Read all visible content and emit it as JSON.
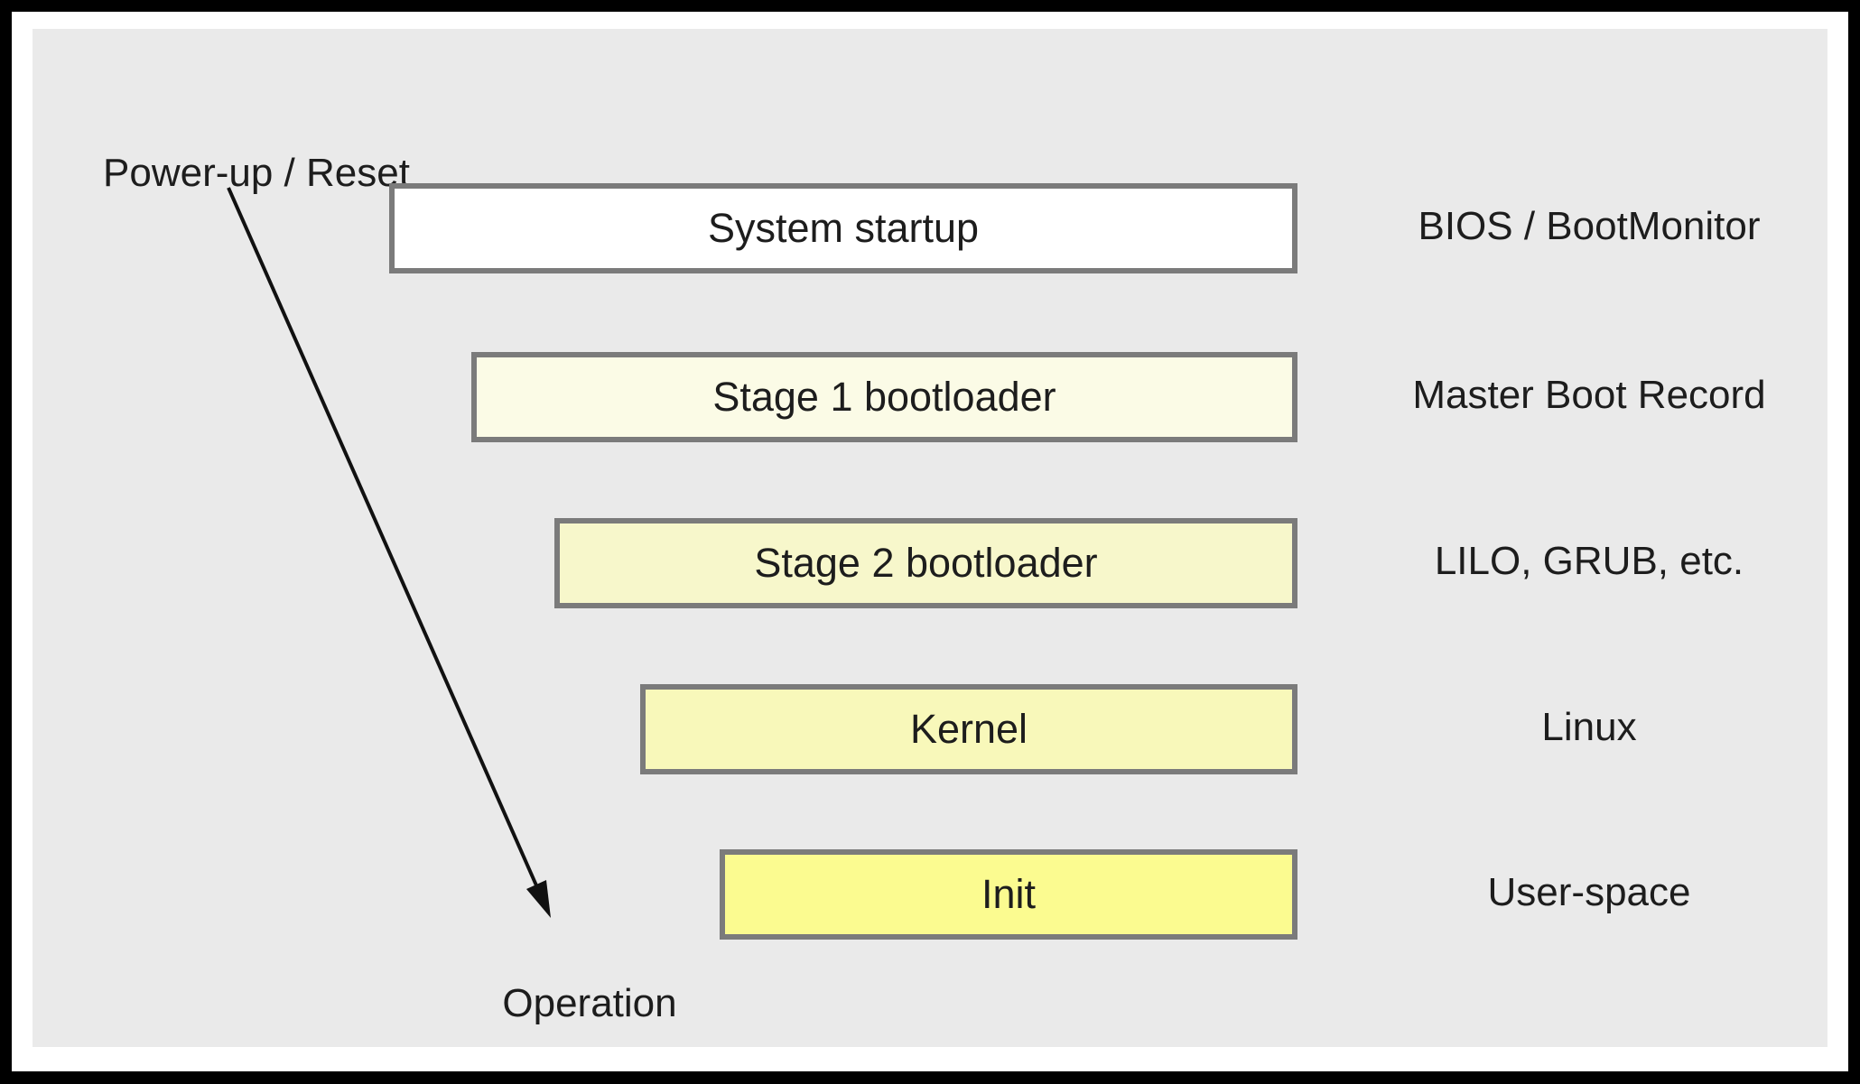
{
  "labels": {
    "power": "Power-up / Reset",
    "operation": "Operation"
  },
  "steps": [
    {
      "box_label": "System startup",
      "side_label": "BIOS / BootMonitor",
      "fill": "#ffffff"
    },
    {
      "box_label": "Stage 1 bootloader",
      "side_label": "Master Boot Record",
      "fill": "#fbfbe6"
    },
    {
      "box_label": "Stage 2 bootloader",
      "side_label": "LILO, GRUB, etc.",
      "fill": "#f7f7cb"
    },
    {
      "box_label": "Kernel",
      "side_label": "Linux",
      "fill": "#f8f8ba"
    },
    {
      "box_label": "Init",
      "side_label": "User-space",
      "fill": "#fbfb90"
    }
  ],
  "colors": {
    "panel_bg": "#eaeaea",
    "frame": "#000000",
    "box_border": "#7b7b7b",
    "text": "#1d1d1d",
    "arrow": "#111111"
  }
}
